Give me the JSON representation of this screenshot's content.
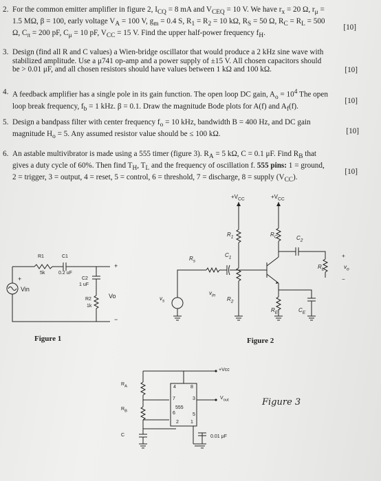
{
  "questions": [
    {
      "number": "2.",
      "lines": [
        "For the common emitter amplifier in figure 2, I<sub>CQ</sub> = 8 mA and V<sub>CEQ</sub> = 10 V. We have r<sub>x</sub> = 20 Ω, r<sub>μ</sub> =",
        "1.5 MΩ, β = 100, early voltage V<sub>A</sub> = 100 V, g<sub>m</sub> = 0.4 S, R<sub>1</sub> = R<sub>2</sub> = 10 kΩ, R<sub>S</sub> = 50 Ω, R<sub>C</sub> = R<sub>L</sub> = 500",
        "Ω, C<sub>π</sub> = 200 pF, C<sub>μ</sub> = 10 pF, V<sub>CC</sub> = 15 V. Find the upper half-power frequency f<sub>H</sub>."
      ],
      "points": "[10]"
    },
    {
      "number": "3.",
      "lines": [
        "Design (find all R and C values) a Wien-bridge oscillator that would produce a 2 kHz sine wave with",
        "stabilized amplitude. Use a μ741 op-amp and a power supply of ±15 V. All chosen capacitors should",
        "be > 0.01 μF, and all chosen resistors should have values between 1 kΩ and 100 kΩ."
      ],
      "points": "[10]"
    },
    {
      "number": "4.",
      "lines": [
        "A feedback amplifier has a single pole in its gain function. The open loop DC gain, A<sub>o</sub> = 10<sup>4</sup> The open",
        "loop break frequency, f<sub>b</sub> = 1 kHz. β = 0.1. Draw the magnitude Bode plots for A(f) and A<sub>f</sub>(f)."
      ],
      "points": "[10]"
    },
    {
      "number": "5.",
      "lines": [
        "Design a bandpass filter with center frequency f<sub>o</sub> = 10 kHz, bandwidth B = 400 Hz, and DC gain",
        "magnitude H<sub>o</sub> = 5. Any assumed resistor value should be ≤ 100 kΩ."
      ],
      "points": "[10]"
    },
    {
      "number": "6.",
      "lines": [
        "An astable multivibrator is made using a 555 timer (figure 3). R<sub>A</sub> = 5 kΩ, C = 0.1 μF. Find R<sub>B</sub> that",
        "gives a duty cycle of 60%. Then find T<sub>H</sub>, T<sub>L</sub> and the frequency of oscillation f. <b>555 pins:</b> 1 = ground,",
        "2 = trigger, 3 = output, 4 = reset, 5 = control, 6 = threshold, 7 = discharge, 8 = supply (V<sub>CC</sub>)."
      ],
      "points": "[10]"
    }
  ],
  "figure1": {
    "caption": "Figure 1",
    "r1": "R1",
    "r1_value": "5k",
    "c1": "C1",
    "c1_value": "0.2 uF",
    "c2": "C2",
    "c2_value": "1 uF",
    "r2": "R2",
    "r2_value": "1k",
    "vin": "Vin",
    "vo": "Vo",
    "plus": "+",
    "minus": "−"
  },
  "figure2": {
    "caption": "Figure 2",
    "vcc1": "+V<sub>CC</sub>",
    "vcc2": "+V<sub>CC</sub>",
    "r1": "R<sub>1</sub>",
    "rc": "R<sub>C</sub>",
    "c2": "C<sub>2</sub>",
    "rs": "R<sub>s</sub>",
    "c1": "C<sub>1</sub>",
    "rl": "R<sub>L</sub>",
    "vo": "v<sub>o</sub>",
    "vs": "v<sub>s</sub>",
    "vin": "v<sub>in</sub>",
    "r2": "R<sub>2</sub>",
    "re": "R<sub>E</sub>",
    "ce": "C<sub>E</sub>",
    "plus": "+",
    "minus": "−"
  },
  "figure3": {
    "caption": "Figure 3",
    "vcc": "+Vcc",
    "ra": "R<sub>A</sub>",
    "rb": "R<sub>B</sub>",
    "c": "C",
    "chip": "555",
    "vout": "V<sub>out</sub>",
    "cap": "0.01 μF",
    "pins": [
      "4",
      "8",
      "7",
      "3",
      "6",
      "5",
      "2",
      "1"
    ]
  }
}
